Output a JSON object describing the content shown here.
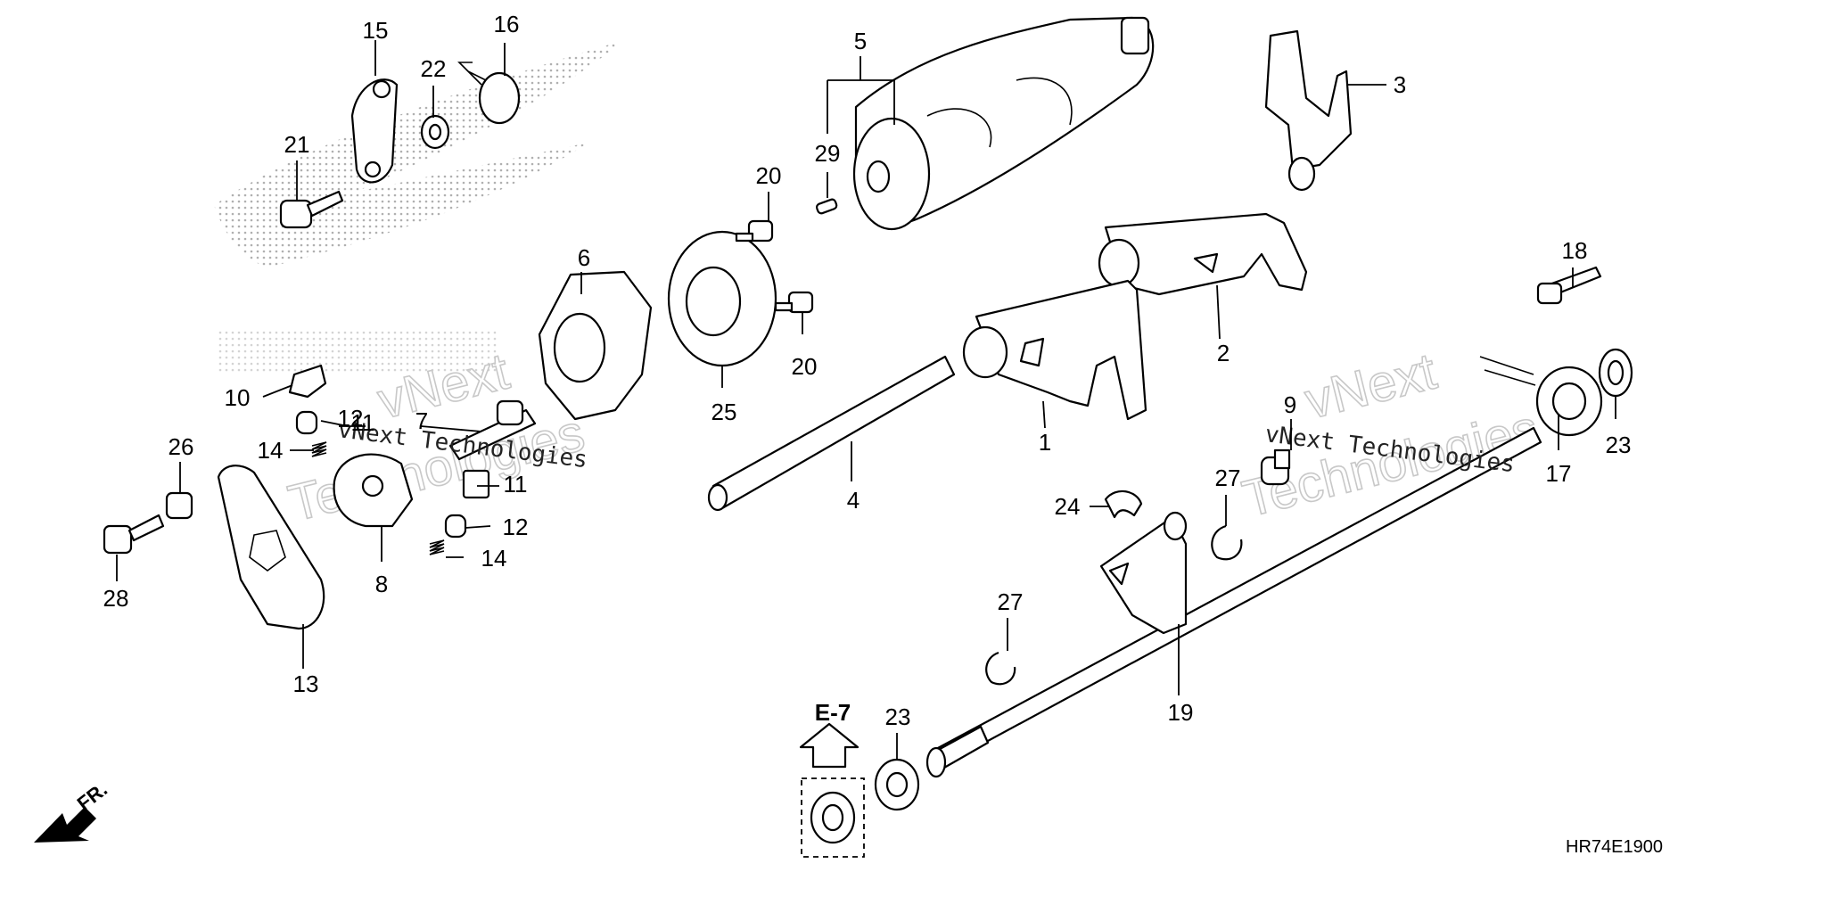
{
  "callouts": [
    "1",
    "2",
    "3",
    "4",
    "5",
    "6",
    "7",
    "8",
    "9",
    "10",
    "11",
    "11",
    "12",
    "12",
    "13",
    "14",
    "14",
    "15",
    "16",
    "17",
    "18",
    "19",
    "20",
    "20",
    "21",
    "22",
    "23",
    "23",
    "24",
    "25",
    "26",
    "27",
    "27",
    "28",
    "29"
  ],
  "watermark": {
    "text_a": "vNext Technologies",
    "text_b": "vNext Technologies",
    "ghost_a": "vNext",
    "ghost_b": "Technologies",
    "ghost_c": "vNext",
    "ghost_d": "Technologies"
  },
  "reference": "E-7",
  "direction": "FR.",
  "diagram_code": "HR74E1900"
}
